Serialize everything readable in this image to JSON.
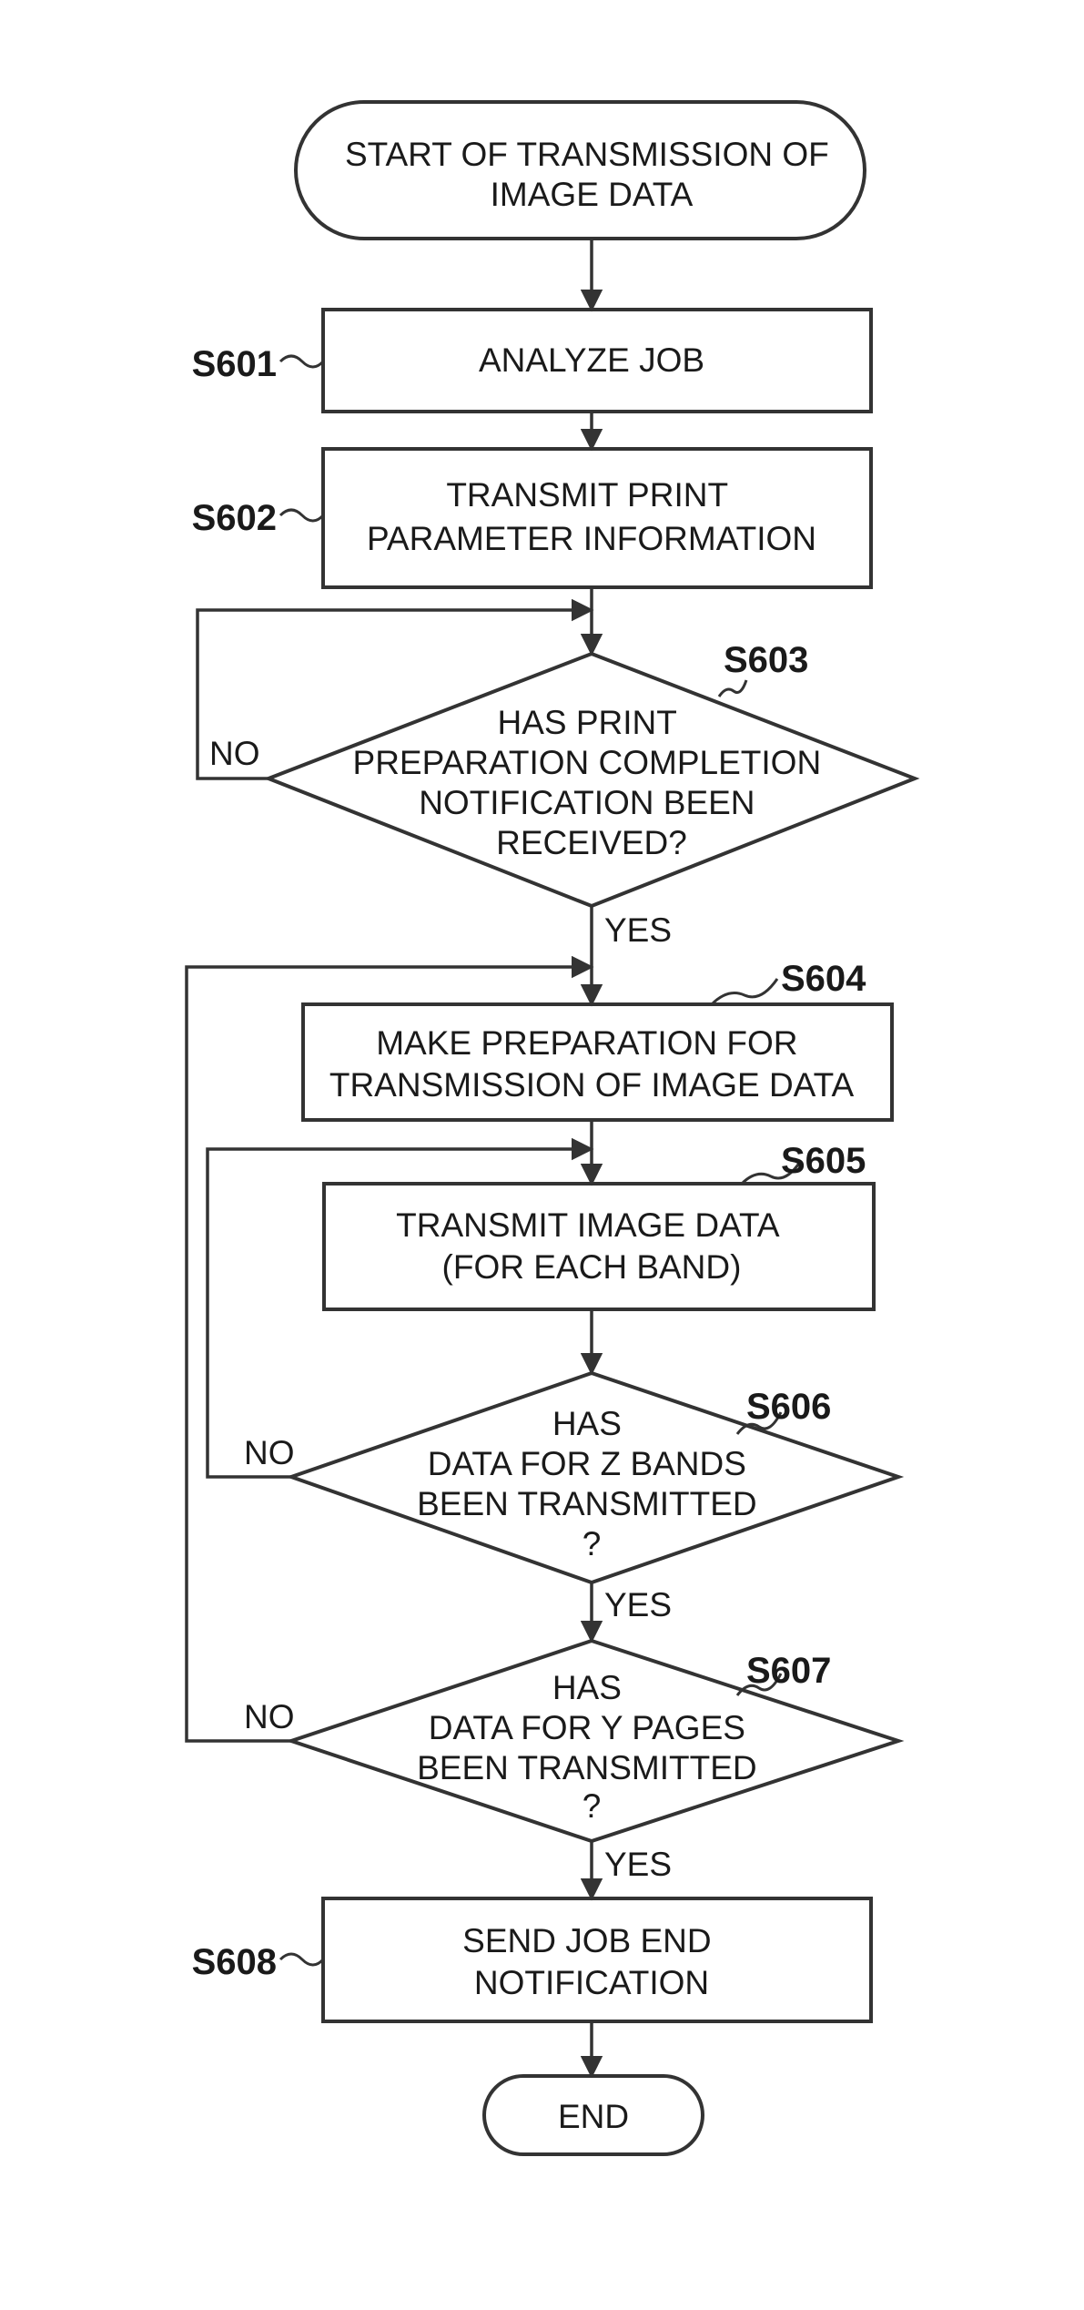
{
  "start": {
    "lines": [
      "START OF TRANSMISSION OF",
      "IMAGE DATA"
    ]
  },
  "steps": {
    "s601": {
      "id": "S601",
      "lines": [
        "ANALYZE JOB"
      ]
    },
    "s602": {
      "id": "S602",
      "lines": [
        "TRANSMIT PRINT",
        "PARAMETER INFORMATION"
      ]
    },
    "s603": {
      "id": "S603",
      "lines": [
        "HAS PRINT",
        "PREPARATION COMPLETION",
        "NOTIFICATION BEEN",
        "RECEIVED?"
      ]
    },
    "s604": {
      "id": "S604",
      "lines": [
        "MAKE PREPARATION FOR",
        "TRANSMISSION OF IMAGE DATA"
      ]
    },
    "s605": {
      "id": "S605",
      "lines": [
        "TRANSMIT IMAGE DATA",
        "(FOR EACH BAND)"
      ]
    },
    "s606": {
      "id": "S606",
      "lines": [
        "HAS",
        "DATA FOR Z BANDS",
        "BEEN TRANSMITTED",
        "?"
      ]
    },
    "s607": {
      "id": "S607",
      "lines": [
        "HAS",
        "DATA FOR Y PAGES",
        "BEEN TRANSMITTED",
        "?"
      ]
    },
    "s608": {
      "id": "S608",
      "lines": [
        "SEND JOB END",
        "NOTIFICATION"
      ]
    }
  },
  "end": {
    "lines": [
      "END"
    ]
  },
  "branches": {
    "yes": "YES",
    "no": "NO"
  }
}
